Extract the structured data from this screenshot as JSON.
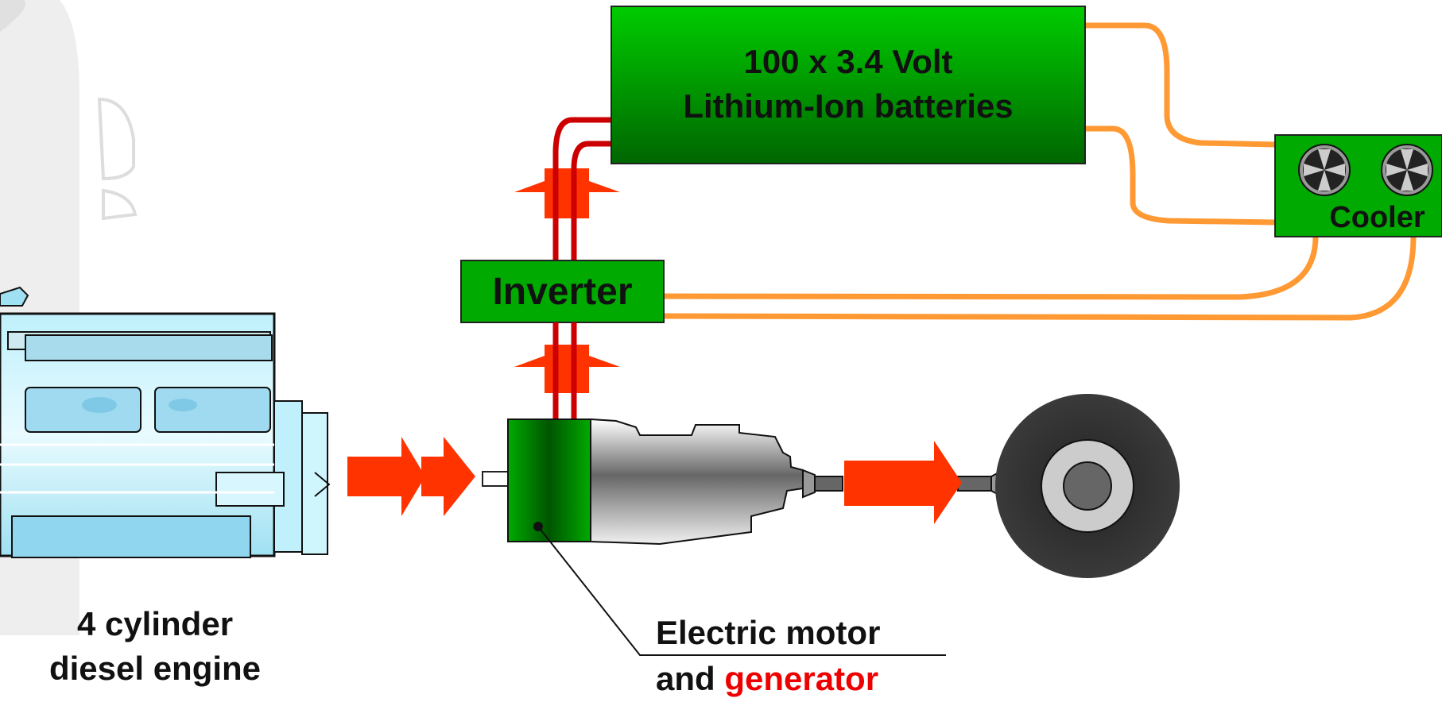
{
  "battery": {
    "line1": "100 x 3.4 Volt",
    "line2": "Lithium-Ion batteries"
  },
  "inverter": {
    "label": "Inverter"
  },
  "cooler": {
    "label": "Cooler"
  },
  "engine": {
    "line1": "4 cylinder",
    "line2": "diesel engine"
  },
  "motor": {
    "line1": "Electric motor",
    "line2_prefix": "and ",
    "line2_highlight": "generator"
  },
  "colors": {
    "box_green_light": "#00cc00",
    "box_green_dark": "#006600",
    "power_arrow": "#ff3300",
    "cable_red": "#cc0000",
    "coolant_orange": "#ff9933",
    "highlight_text": "#ee0000"
  },
  "icons": [
    "fan-icon",
    "wheel-icon",
    "engine-icon",
    "gearbox-icon",
    "car-silhouette-icon"
  ]
}
